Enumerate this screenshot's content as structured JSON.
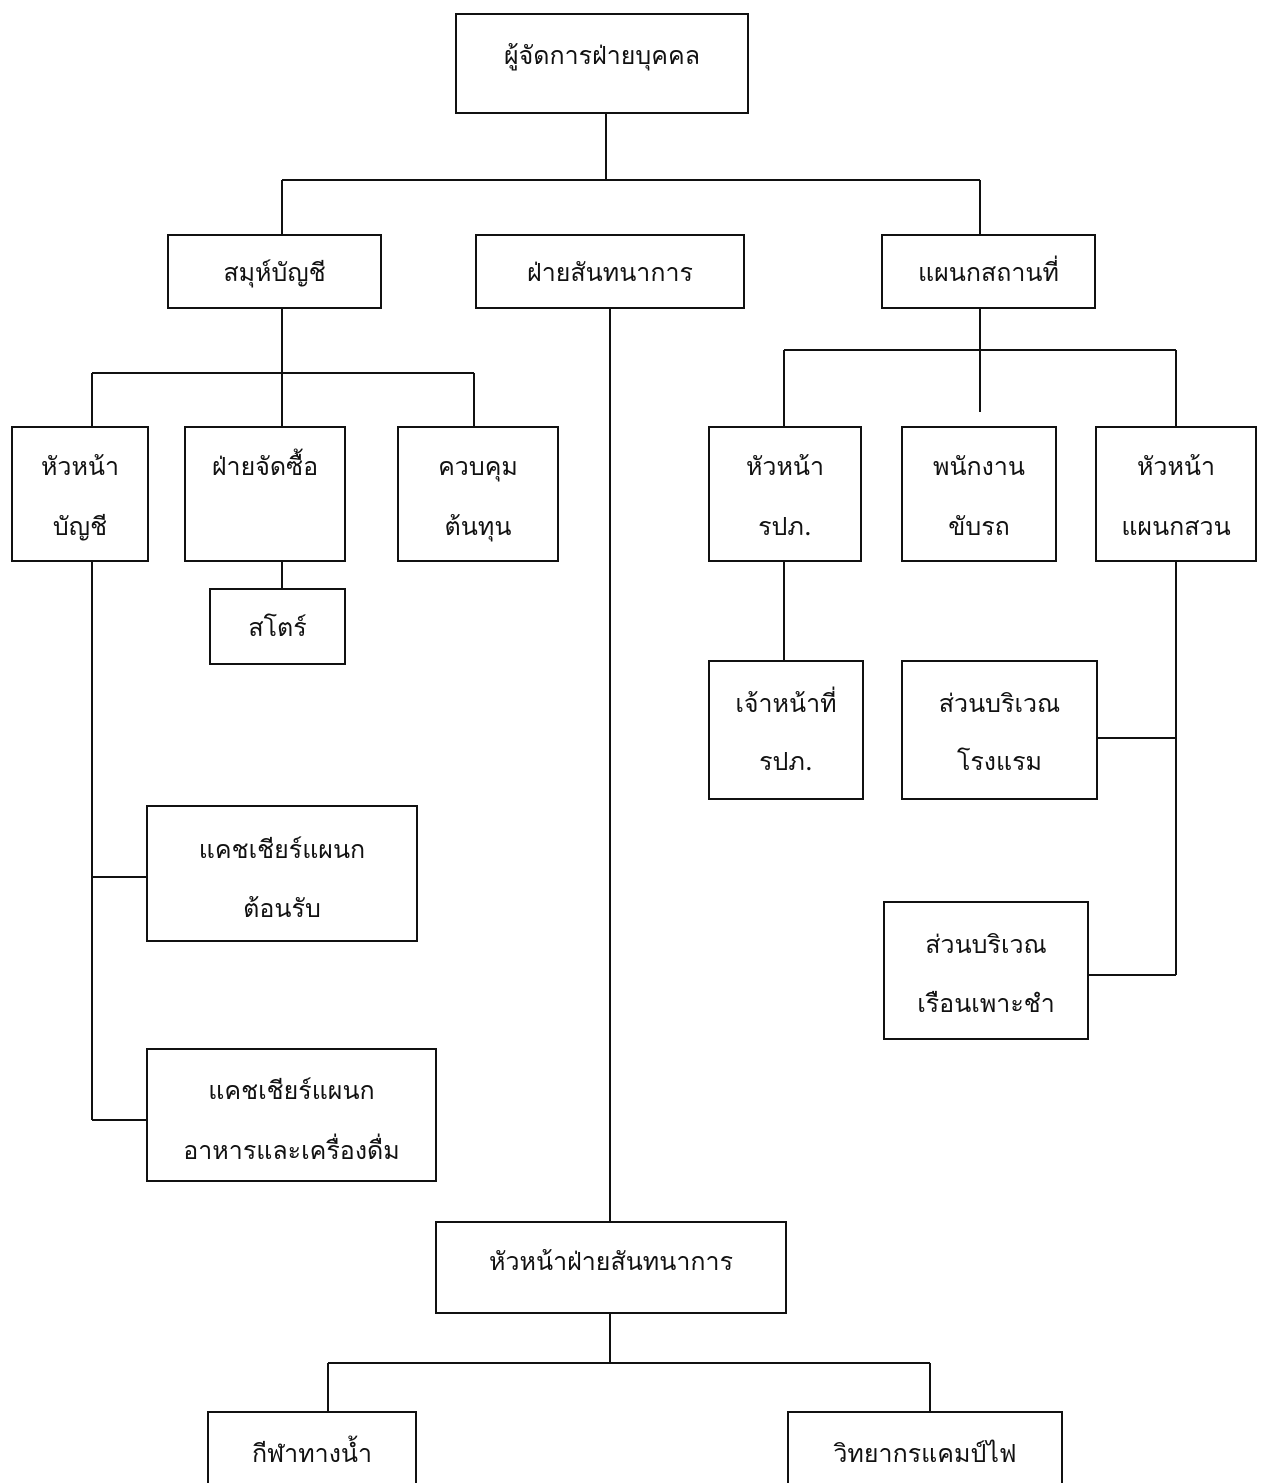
{
  "org_chart": {
    "nodes": {
      "personnel_manager": {
        "lines": [
          "ผู้จัดการฝ่ายบุคคล"
        ]
      },
      "accounting_group": {
        "lines": [
          "สมุห์บัญชี"
        ]
      },
      "recreation_dept": {
        "lines": [
          "ฝ่ายสันทนาการ"
        ]
      },
      "facilities_dept": {
        "lines": [
          "แผนกสถานที่"
        ]
      },
      "chief_accountant": {
        "lines": [
          "หัวหน้า",
          "บัญชี"
        ]
      },
      "purchasing": {
        "lines": [
          "ฝ่ายจัดซื้อ"
        ]
      },
      "cost_control": {
        "lines": [
          "ควบคุม",
          "ต้นทุน"
        ]
      },
      "store": {
        "lines": [
          "สโตร์"
        ]
      },
      "cashier_front_office": {
        "lines": [
          "แคชเชียร์แผนก",
          "ต้อนรับ"
        ]
      },
      "cashier_food_beverage": {
        "lines": [
          "แคชเชียร์แผนก",
          "อาหารและเครื่องดื่ม"
        ]
      },
      "security_head": {
        "lines": [
          "หัวหน้า",
          "รปภ."
        ]
      },
      "driver": {
        "lines": [
          "พนักงาน",
          "ขับรถ"
        ]
      },
      "garden_head": {
        "lines": [
          "หัวหน้า",
          "แผนกสวน"
        ]
      },
      "security_officer": {
        "lines": [
          "เจ้าหน้าที่",
          "รปภ."
        ]
      },
      "hotel_grounds": {
        "lines": [
          "ส่วนบริเวณ",
          "โรงแรม"
        ]
      },
      "nursery_grounds": {
        "lines": [
          "ส่วนบริเวณ",
          "เรือนเพาะชำ"
        ]
      },
      "recreation_head": {
        "lines": [
          "หัวหน้าฝ่ายสันทนาการ"
        ]
      },
      "water_sports": {
        "lines": [
          "กีฬาทางน้ำ"
        ]
      },
      "campfire_instructor": {
        "lines": [
          "วิทยากรแคมป์ไฟ"
        ]
      }
    }
  }
}
